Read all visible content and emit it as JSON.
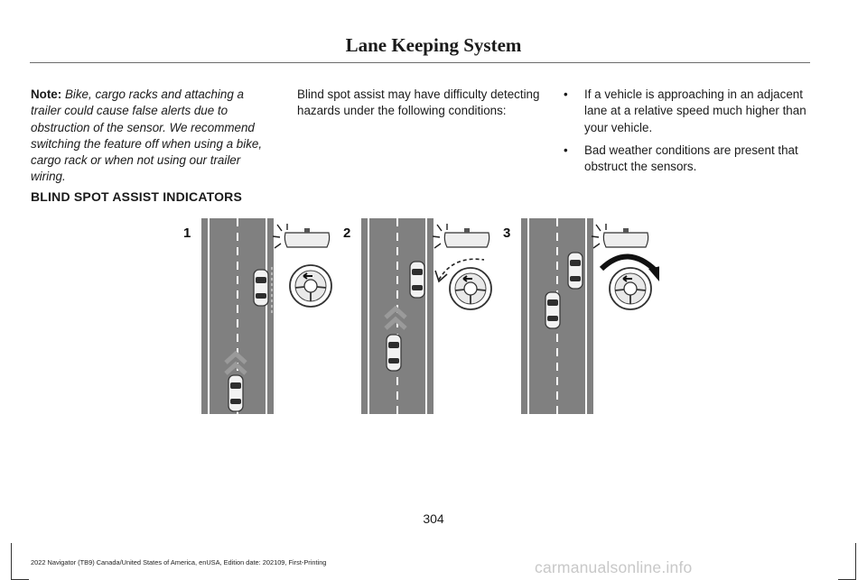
{
  "header": {
    "title": "Lane Keeping System"
  },
  "column1": {
    "note_label": "Note:",
    "note_text": "Bike, cargo racks and attaching a trailer could cause false alerts due to obstruction of the sensor. We recommend switching the feature off when using a bike, cargo rack or when not using our trailer wiring."
  },
  "column2": {
    "text": "Blind spot assist may have difficulty detecting hazards under the following conditions:"
  },
  "column3": {
    "bullets": [
      "If a vehicle is approaching in an adjacent lane at a relative speed much higher than your vehicle.",
      "Bad weather conditions are present that obstruct the sensors."
    ]
  },
  "section": {
    "heading": "BLIND SPOT ASSIST INDICATORS"
  },
  "figure": {
    "labels": [
      "1",
      "2",
      "3"
    ]
  },
  "page": {
    "number": "304"
  },
  "footer": {
    "text": "2022 Navigator (TB9) Canada/United States of America, enUSA, Edition date: 202109, First-Printing"
  },
  "watermark": {
    "text": "carmanualsonline.info"
  }
}
